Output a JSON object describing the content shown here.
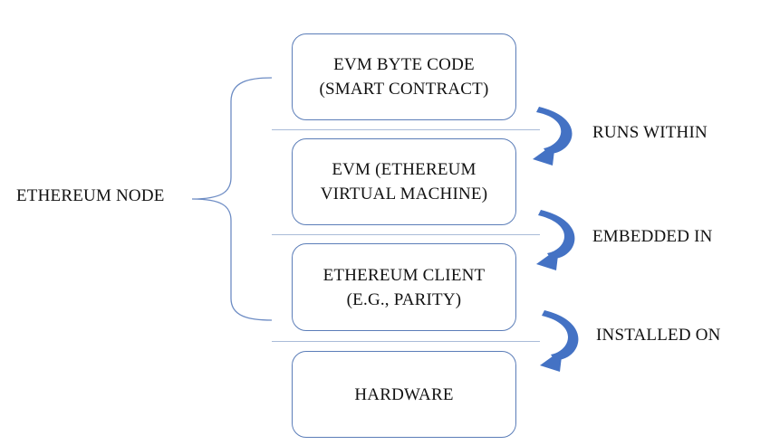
{
  "node_label": "ETHEREUM NODE",
  "layers": [
    {
      "text": "EVM BYTE CODE\n(SMART CONTRACT)"
    },
    {
      "text": "EVM (ETHEREUM\nVIRTUAL MACHINE)"
    },
    {
      "text": "ETHEREUM CLIENT\n(E.G., PARITY)"
    },
    {
      "text": "HARDWARE"
    }
  ],
  "relations": [
    {
      "label": "RUNS WITHIN"
    },
    {
      "label": "EMBEDDED IN"
    },
    {
      "label": "INSTALLED ON"
    }
  ],
  "colors": {
    "box_border": "#5b7db8",
    "arrow_fill": "#4472c4",
    "separator": "#a9bbd8",
    "brace": "#6d8cc4"
  }
}
